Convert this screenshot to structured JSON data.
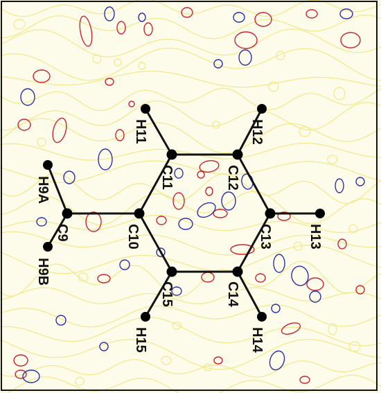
{
  "diagram": {
    "colors": {
      "background": "#fdfbe9",
      "zero_contour": "#f2e88a",
      "positive_contour": "#cc2233",
      "negative_contour": "#2b2fb0",
      "bond": "#111111",
      "atom": "#000000"
    },
    "atom_labels": {
      "H11": "H11",
      "H12": "H12",
      "C11": "C11",
      "C12": "C12",
      "H9A": "H9A",
      "C9": "C9",
      "H9B": "H9B",
      "C10": "C10",
      "C13": "C13",
      "H13": "H13",
      "C15": "C15",
      "C14": "C14",
      "H15": "H15",
      "H14": "H14"
    }
  }
}
